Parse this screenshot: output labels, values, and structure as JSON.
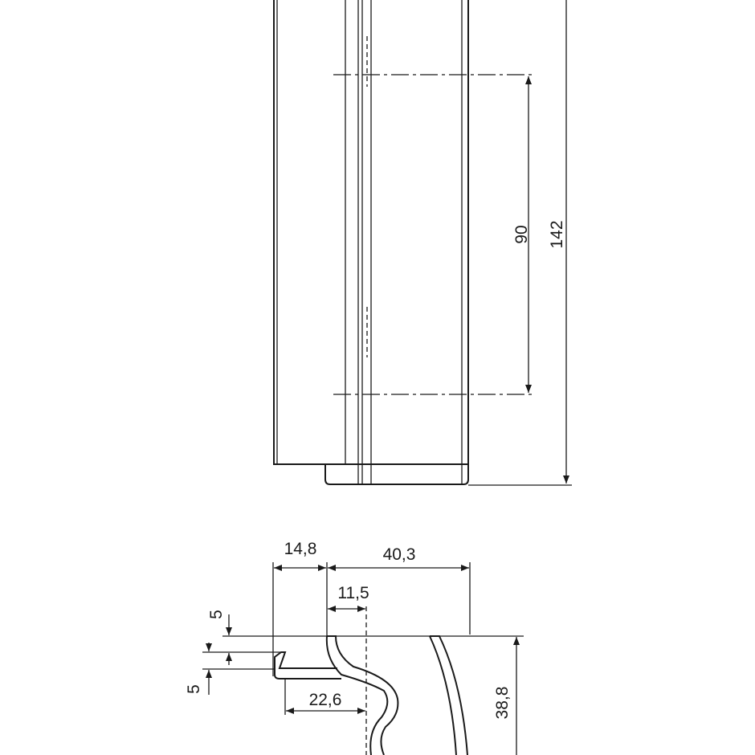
{
  "drawing": {
    "front_view": {
      "dimensions": {
        "hole_spacing": "90",
        "overall_height": "142"
      }
    },
    "profile_view": {
      "dimensions": {
        "flange_offset": "14,8",
        "overall_depth": "40,3",
        "hook_offset": "11,5",
        "step_top": "5",
        "step_bottom": "5",
        "flange_length": "22,6",
        "profile_height": "38,8"
      }
    }
  }
}
